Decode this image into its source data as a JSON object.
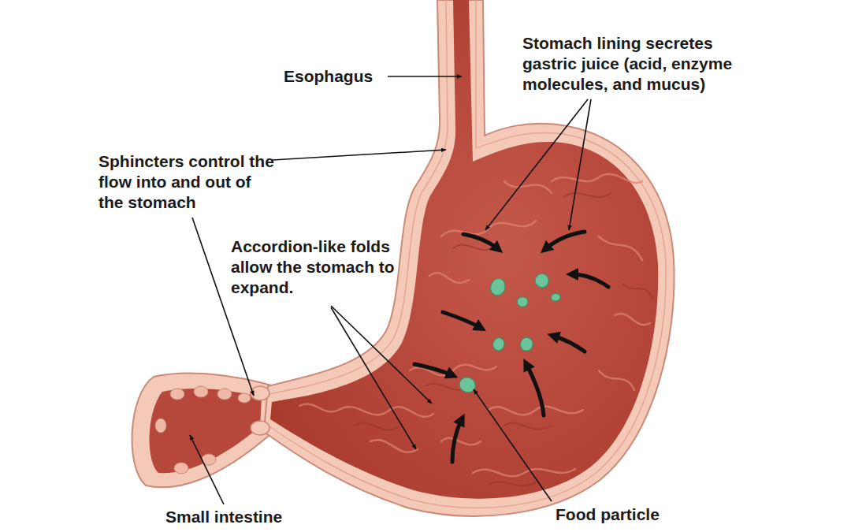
{
  "diagram": {
    "labels": [
      "Esophagus",
      "Stomach lining secretes gastric juice (acid, enzyme molecules, and mucus)",
      "Sphincters control the flow into and out of the stomach",
      "Accordion-like folds allow the stomach to expand.",
      "Small intestine",
      "Food particle"
    ]
  }
}
